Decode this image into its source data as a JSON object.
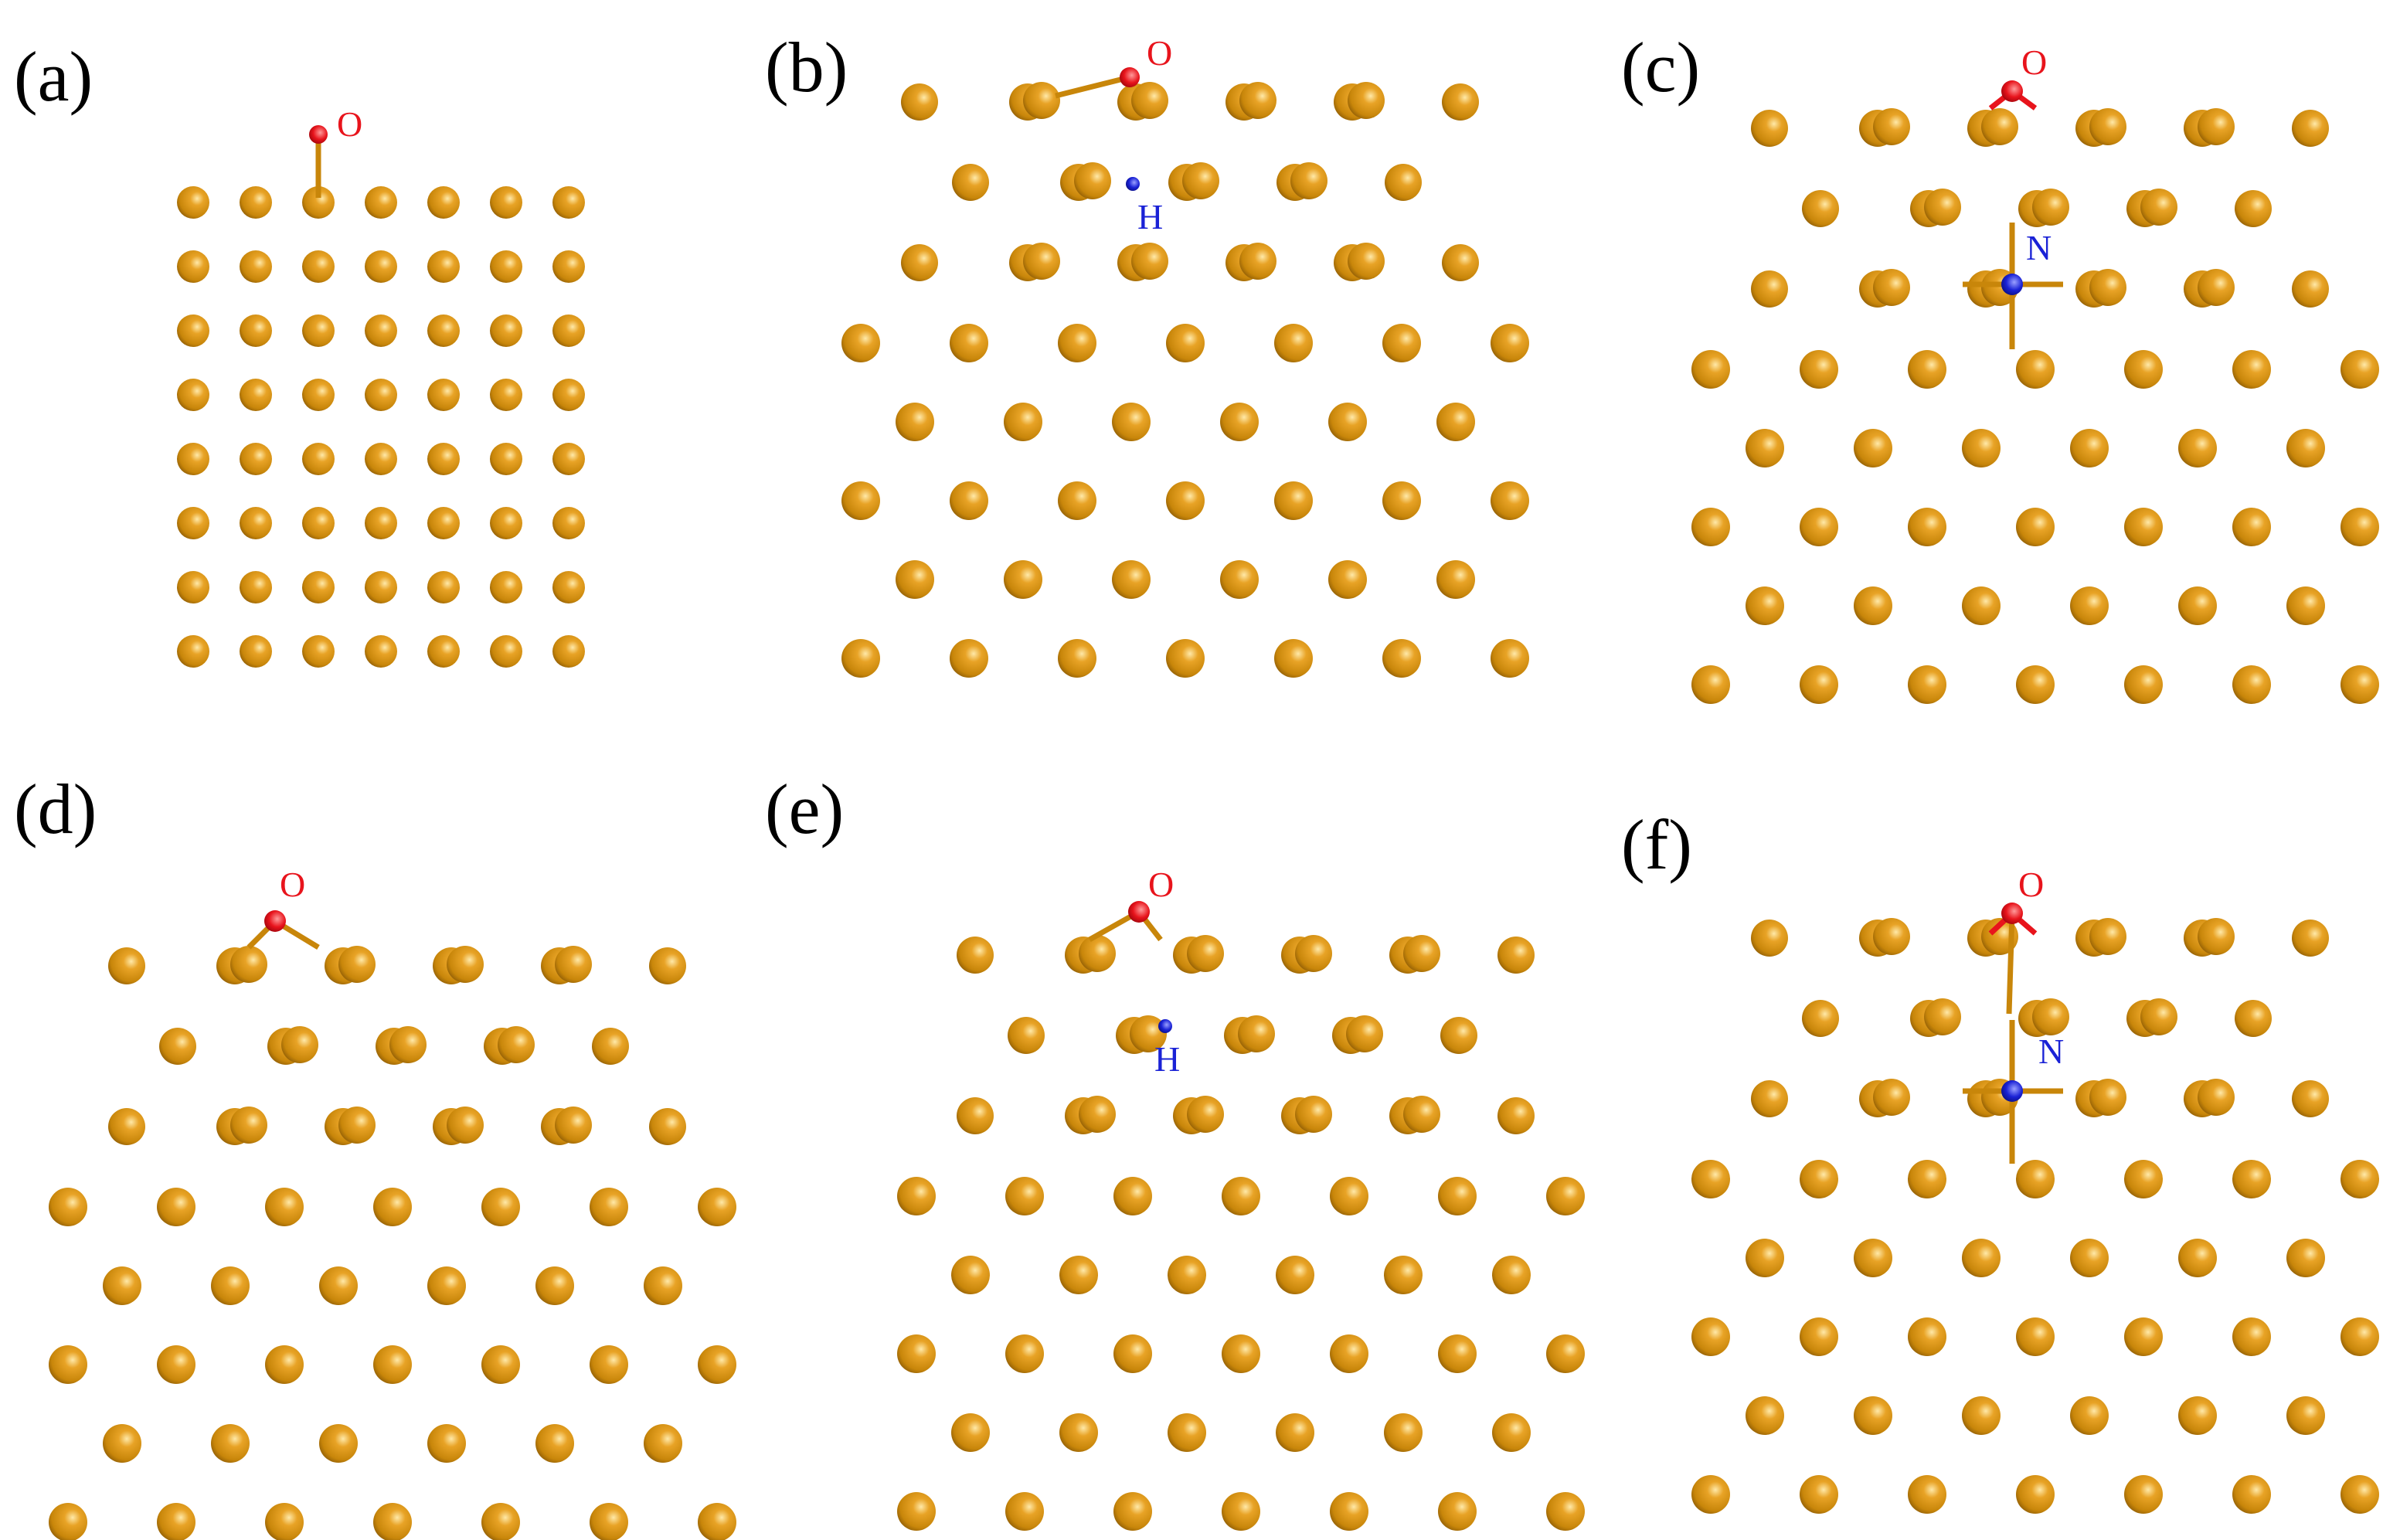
{
  "panels": [
    {
      "id": "a",
      "label": "(a)",
      "variant": "square",
      "adsorbates": {
        "O": "O"
      }
    },
    {
      "id": "b",
      "label": "(b)",
      "variant": "hex",
      "adsorbates": {
        "O": "O",
        "H": "H"
      }
    },
    {
      "id": "c",
      "label": "(c)",
      "variant": "hex",
      "adsorbates": {
        "O": "O",
        "N": "N"
      }
    },
    {
      "id": "d",
      "label": "(d)",
      "variant": "hex",
      "adsorbates": {
        "O": "O"
      }
    },
    {
      "id": "e",
      "label": "(e)",
      "variant": "hex",
      "adsorbates": {
        "O": "O",
        "H": "H"
      }
    },
    {
      "id": "f",
      "label": "(f)",
      "variant": "hex",
      "adsorbates": {
        "O": "O",
        "N": "N"
      }
    }
  ],
  "colors": {
    "substrate_atom": "#c8860a",
    "substrate_atom_dark": "#7a4e05",
    "substrate_atom_highlight": "#ffe9a8",
    "oxygen": "#e8141c",
    "hydrogen": "#1a22d6",
    "nitrogen": "#1a22d6",
    "bond": "#c8860a"
  }
}
